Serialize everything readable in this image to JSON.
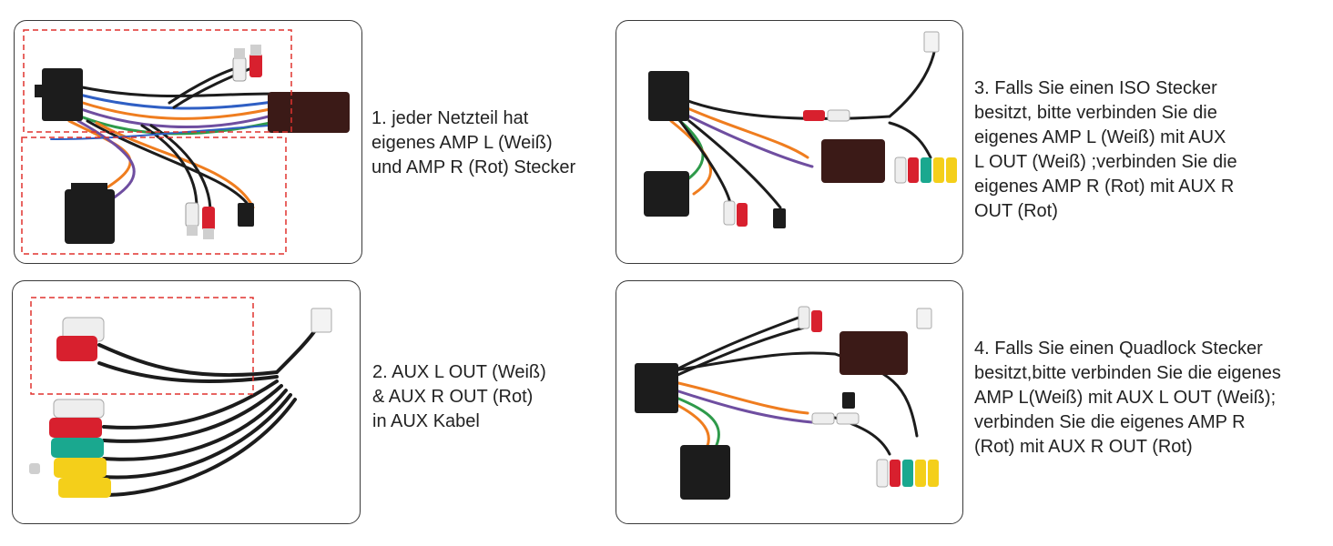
{
  "colors": {
    "panel_border": "#3a3a3a",
    "highlight_box": "#e0322e",
    "connector_black": "#1c1c1c",
    "module_brown": "#3b1a17",
    "rca_red": "#d8202e",
    "rca_white": "#eeeeee",
    "rca_yellow": "#f4cf1a",
    "rca_green": "#1aa88f",
    "wire_orange": "#ef7d1f",
    "wire_purple": "#6f4ea0",
    "wire_blue": "#2f5fc4",
    "wire_green": "#2e9a4a"
  },
  "panels": [
    {
      "id": "1",
      "caption_lines": [
        "1. jeder Netzteil hat",
        "eigenes AMP L (Weiß)",
        "und AMP R (Rot) Stecker"
      ]
    },
    {
      "id": "2",
      "caption_lines": [
        "2. AUX L OUT (Weiß)",
        "& AUX R OUT (Rot)",
        "in AUX Kabel"
      ]
    },
    {
      "id": "3",
      "caption_lines": [
        "3. Falls Sie einen ISO Stecker",
        "besitzt, bitte verbinden Sie die",
        "eigenes AMP L (Weiß) mit AUX",
        "L OUT (Weiß) ;verbinden Sie die",
        "eigenes AMP R (Rot) mit AUX R",
        "OUT (Rot)"
      ]
    },
    {
      "id": "4",
      "caption_lines": [
        "4. Falls Sie einen Quadlock Stecker",
        "besitzt,bitte verbinden Sie die eigenes",
        "AMP L(Weiß) mit AUX L OUT (Weiß);",
        "verbinden Sie die eigenes AMP R",
        "(Rot) mit AUX R OUT (Rot)"
      ]
    }
  ]
}
